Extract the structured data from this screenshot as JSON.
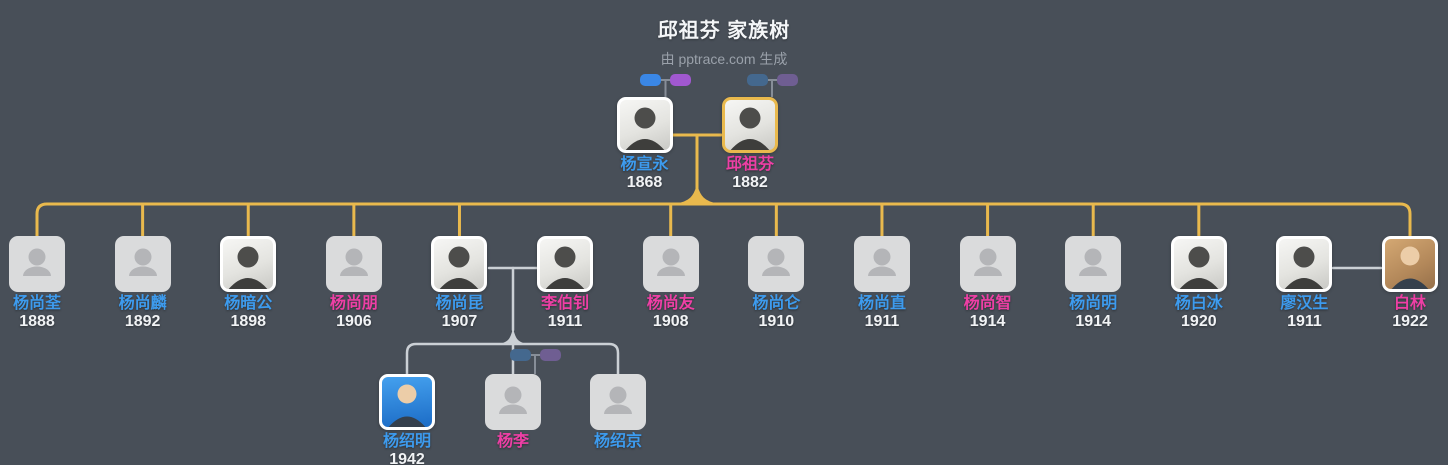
{
  "header": {
    "title": "邱祖芬 家族树",
    "subtitle": "由 pptrace.com 生成"
  },
  "palette": {
    "background": "#484F58",
    "bloodline": "#E9B94D",
    "spouse_line": "#CBD0D5",
    "pill_line": "#878E98",
    "male_name": "#3D9BEE",
    "female_name": "#EE3FA5",
    "year_text": "#F1F3F5",
    "root_border": "#E9B94D",
    "photo_border": "#FFFFFF",
    "pill_blue_bright": "#3A87E6",
    "pill_purple_bright": "#A158D0",
    "pill_blue_muted": "#44688E",
    "pill_purple_muted": "#6F5E92"
  },
  "people": {
    "root_father": {
      "name": "杨宣永",
      "year": "1868",
      "gender": "male",
      "photo": "bw"
    },
    "root_mother": {
      "name": "邱祖芬",
      "year": "1882",
      "gender": "female",
      "photo": "bw",
      "highlight": "gold"
    },
    "generation2": [
      {
        "name": "杨尚荃",
        "year": "1888",
        "gender": "male",
        "photo": "placeholder",
        "role": "child"
      },
      {
        "name": "杨尚麟",
        "year": "1892",
        "gender": "male",
        "photo": "placeholder",
        "role": "child"
      },
      {
        "name": "杨暗公",
        "year": "1898",
        "gender": "male",
        "photo": "bw",
        "role": "child"
      },
      {
        "name": "杨尚朋",
        "year": "1906",
        "gender": "female",
        "photo": "placeholder",
        "role": "child"
      },
      {
        "name": "杨尚昆",
        "year": "1907",
        "gender": "male",
        "photo": "bw",
        "role": "child"
      },
      {
        "name": "李伯钊",
        "year": "1911",
        "gender": "female",
        "photo": "bw",
        "role": "spouse"
      },
      {
        "name": "杨尚友",
        "year": "1908",
        "gender": "female",
        "photo": "placeholder",
        "role": "child"
      },
      {
        "name": "杨尚仑",
        "year": "1910",
        "gender": "male",
        "photo": "placeholder",
        "role": "child"
      },
      {
        "name": "杨尚直",
        "year": "1911",
        "gender": "male",
        "photo": "placeholder",
        "role": "child"
      },
      {
        "name": "杨尚智",
        "year": "1914",
        "gender": "female",
        "photo": "placeholder",
        "role": "child"
      },
      {
        "name": "杨尚明",
        "year": "1914",
        "gender": "male",
        "photo": "placeholder",
        "role": "child"
      },
      {
        "name": "杨白冰",
        "year": "1920",
        "gender": "male",
        "photo": "bw",
        "role": "child"
      },
      {
        "name": "廖汉生",
        "year": "1911",
        "gender": "male",
        "photo": "bw",
        "role": "spouse"
      },
      {
        "name": "白林",
        "year": "1922",
        "gender": "female",
        "photo": "color_warm",
        "role": "child"
      }
    ],
    "generation3": [
      {
        "name": "杨绍明",
        "year": "1942",
        "gender": "male",
        "photo": "color_blue",
        "role": "child"
      },
      {
        "name": "杨李",
        "year": "",
        "gender": "female",
        "photo": "placeholder",
        "role": "child"
      },
      {
        "name": "杨绍京",
        "year": "",
        "gender": "male",
        "photo": "placeholder",
        "role": "child"
      }
    ]
  },
  "ancestor_pills": [
    {
      "owner": "杨宣永",
      "style": "bright"
    },
    {
      "owner": "邱祖芬",
      "style": "muted"
    },
    {
      "owner": "杨李",
      "style": "muted"
    }
  ]
}
